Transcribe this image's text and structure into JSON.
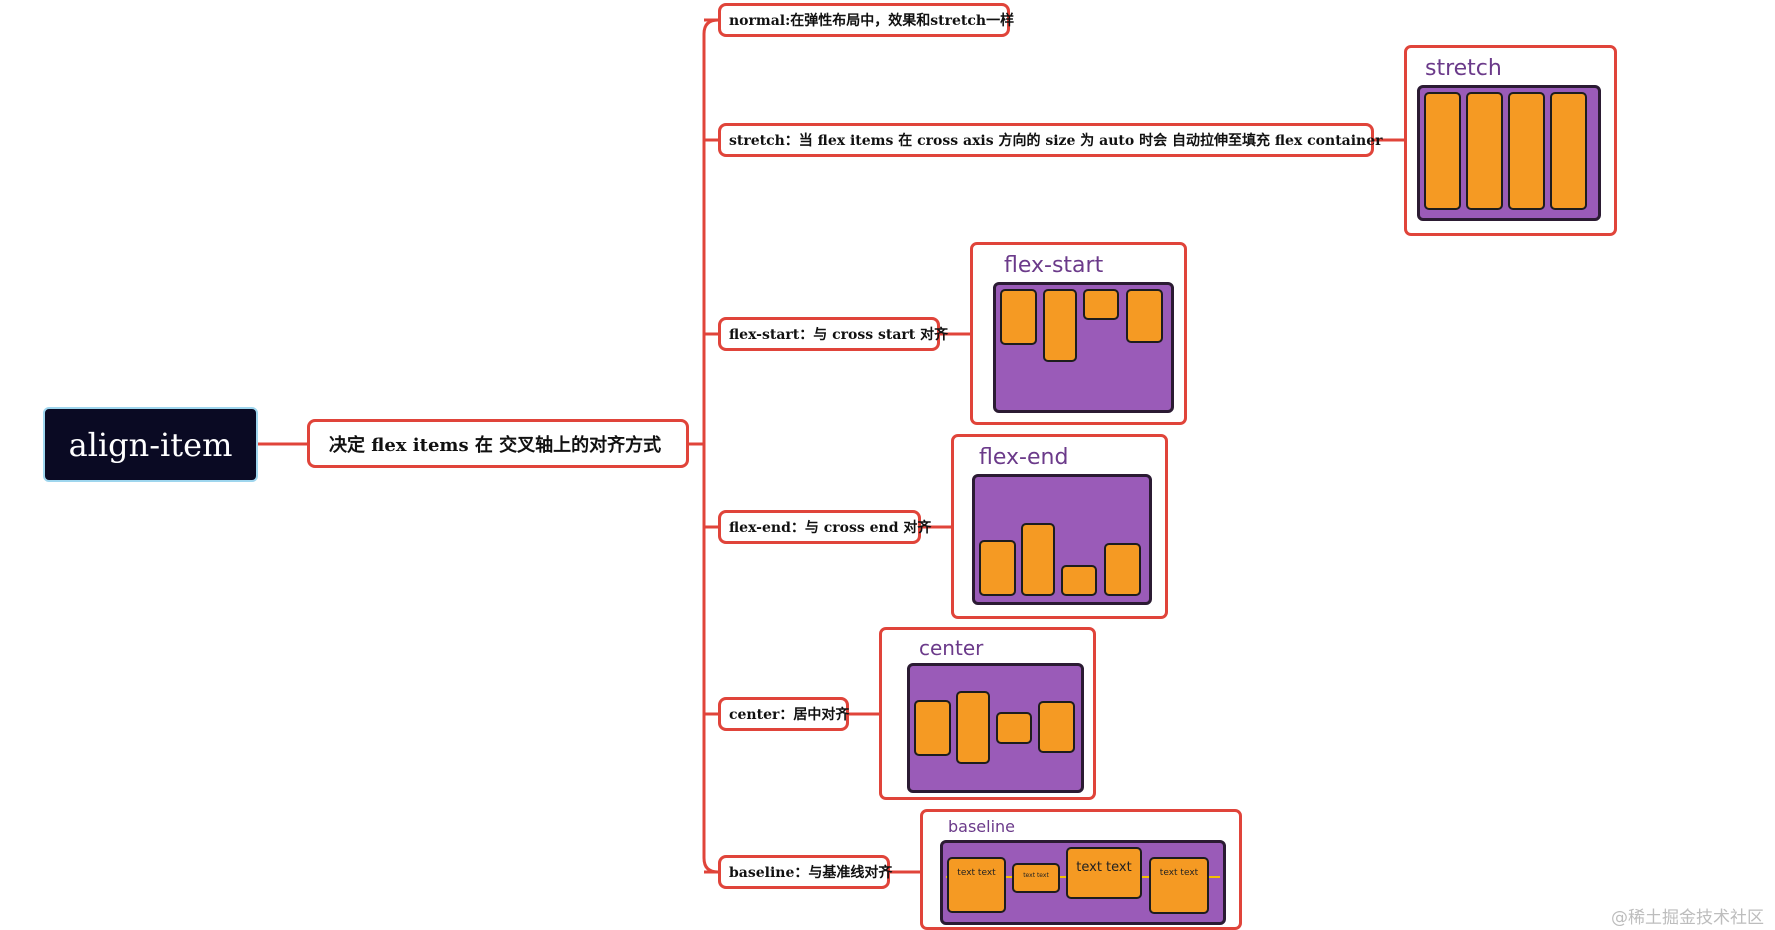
{
  "root": {
    "label": "align-item"
  },
  "main_node": {
    "label": "决定 flex items 在 交叉轴上的对齐方式"
  },
  "branches": {
    "normal": "normal:在弹性布局中，效果和stretch一样",
    "stretch": "stretch：当 flex items 在 cross axis 方向的 size 为 auto 时会 自动拉伸至填充 flex container",
    "flex_start": "flex-start：与 cross start 对齐",
    "flex_end": "flex-end：与 cross end 对齐",
    "center": "center：居中对齐",
    "baseline": "baseline：与基准线对齐"
  },
  "demo_titles": {
    "stretch": "stretch",
    "flex_start": "flex-start",
    "flex_end": "flex-end",
    "center": "center",
    "baseline": "baseline"
  },
  "baseline_items": [
    "text text",
    "text text",
    "text text",
    "text text"
  ],
  "watermark": "@稀土掘金技术社区",
  "colors": {
    "branch_border": "#e0443a",
    "root_bg": "#0a0a23",
    "container": "#9a5bb8",
    "item": "#f59a23",
    "title": "#6b3a8a"
  }
}
